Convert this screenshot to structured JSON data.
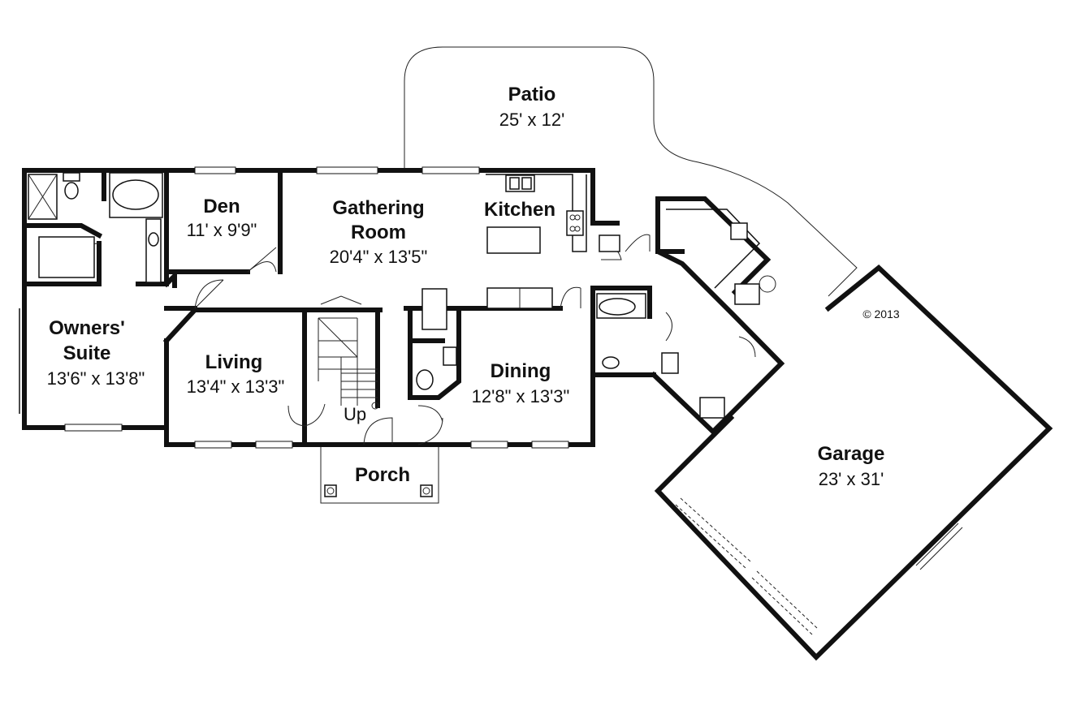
{
  "rooms": {
    "patio": {
      "name": "Patio",
      "size": "25' x 12'"
    },
    "den": {
      "name": "Den",
      "size": "11' x 9'9\""
    },
    "gathering": {
      "name1": "Gathering",
      "name2": "Room",
      "size": "20'4\" x 13'5\""
    },
    "kitchen": {
      "name": "Kitchen"
    },
    "owners": {
      "name1": "Owners'",
      "name2": "Suite",
      "size": "13'6\" x 13'8\""
    },
    "living": {
      "name": "Living",
      "size": "13'4\" x 13'3\""
    },
    "dining": {
      "name": "Dining",
      "size": "12'8\" x 13'3\""
    },
    "porch": {
      "name": "Porch"
    },
    "garage": {
      "name": "Garage",
      "size": "23' x 31'"
    }
  },
  "stairs_label": "Up",
  "copyright": "© 2013"
}
